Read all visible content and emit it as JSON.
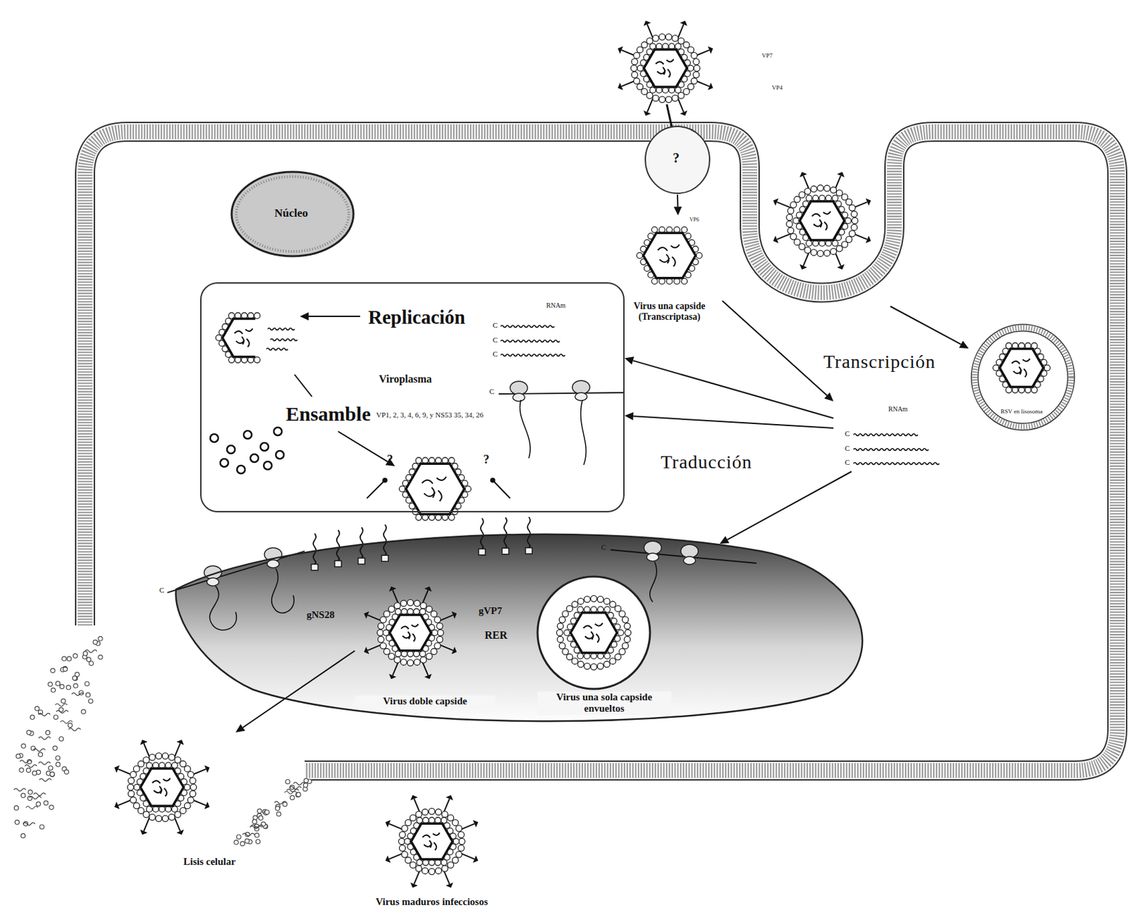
{
  "diagram": {
    "nodes": [
      {
        "text": [
          "VP7",
          "VP4"
        ]
      },
      {
        "text": [
          "?"
        ]
      },
      {
        "text": [
          "Núcleo"
        ]
      },
      {
        "text": [
          "VP6",
          "Virus una capside (Transcriptasa)"
        ]
      },
      {
        "text": [
          "Replicación",
          "Viroplasma",
          "VP1, 2, 3, 4, 6, 9, y NS53 35, 34, 26",
          "Ensamble"
        ]
      },
      {
        "text": [
          "RNAm"
        ]
      },
      {
        "text": [
          "RSV en lisosoma"
        ]
      },
      {
        "text": [
          "gNS28",
          "gVP7",
          "RER"
        ]
      },
      {
        "text": [
          "Virus doble capside"
        ],
        "in": 7
      },
      {
        "text": [
          "Virus una sola capside envueltos"
        ],
        "in": 7
      },
      {
        "text": [
          "Lisis celular"
        ]
      },
      {
        "text": [
          "Virus maduros infecciosos"
        ]
      }
    ],
    "edges": [
      {
        "from": 1,
        "to": 3,
        "arrow": "to"
      },
      {
        "from": 3,
        "to": 5,
        "label": "Transcripción",
        "arrow": "to"
      },
      {
        "from": 5,
        "to": 4,
        "arrow": "to"
      },
      {
        "from": 5,
        "to": 4,
        "arrow": "to"
      },
      {
        "from": 5,
        "to": 7,
        "label": "Traducción",
        "arrow": "to"
      },
      {
        "from": 8,
        "to": 10,
        "arrow": "to"
      }
    ],
    "labels": [
      "RNAm",
      "C",
      "C",
      "C",
      "C",
      "?",
      "?",
      "C",
      "C",
      "C",
      "C",
      "C"
    ]
  }
}
